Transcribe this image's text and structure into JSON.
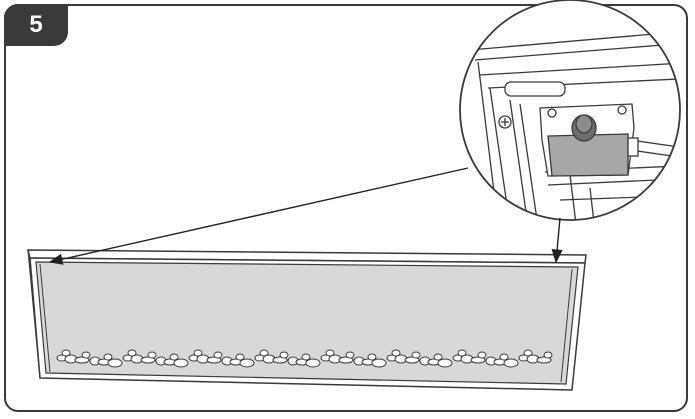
{
  "step": {
    "number": "5"
  },
  "colors": {
    "outline": "#3a3a3a",
    "panel_fill": "#d8d8d8",
    "bracket_fill": "#a7a7a7",
    "frame_border": "#3a3a3a"
  },
  "icons": {
    "callout": "magnified-bracket-detail",
    "arrows": "pointer-arrows",
    "stones": "decorative-stones"
  }
}
